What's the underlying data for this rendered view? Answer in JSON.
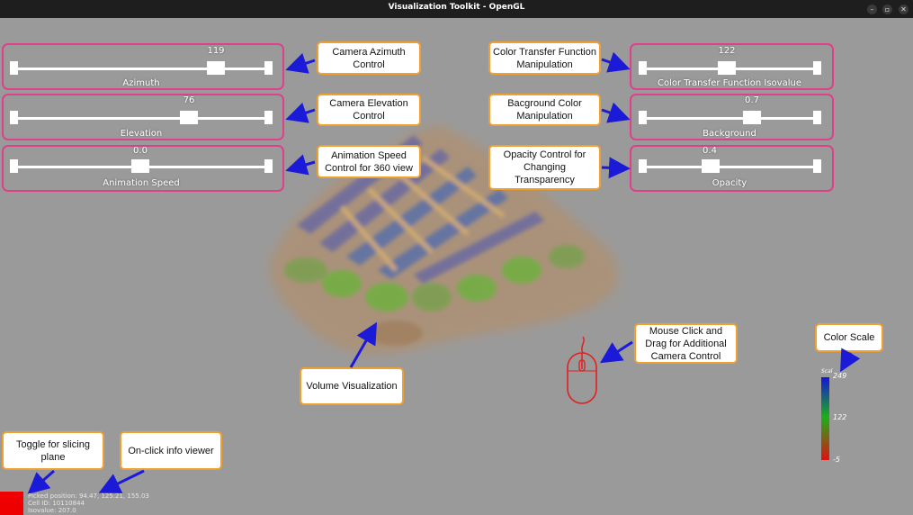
{
  "window": {
    "title": "Visualization Toolkit - OpenGL"
  },
  "colors": {
    "frame": "#e0408a",
    "callout_border": "#f0a030",
    "arrow": "#1a1ad8",
    "toggle": "#ee0000"
  },
  "sliders": {
    "azimuth": {
      "label": "Azimuth",
      "value": "119",
      "fraction": 0.79
    },
    "elevation": {
      "label": "Elevation",
      "value": "76",
      "fraction": 0.69
    },
    "speed": {
      "label": "Animation Speed",
      "value": "0.0",
      "fraction": 0.49
    },
    "isovalue": {
      "label": "Color Transfer Function Isovalue",
      "value": "122",
      "fraction": 0.48
    },
    "background": {
      "label": "Background",
      "value": "0.7",
      "fraction": 0.64
    },
    "opacity": {
      "label": "Opacity",
      "value": "0.4",
      "fraction": 0.39
    }
  },
  "callouts": {
    "azimuth": "Camera Azimuth\nControl",
    "elevation": "Camera Elevation\nControl",
    "speed": "Animation Speed\nControl for 360 view",
    "ctf": "Color Transfer Function\nManipulation",
    "bg": "Bacground Color\nManipulation",
    "opacity": "Opacity Control for\nChanging\nTransparency",
    "volume": "Volume Visualization",
    "mouse": "Mouse Click and\nDrag for Additional\nCamera Control",
    "colorscale": "Color Scale",
    "toggle": "Toggle for slicing\nplane",
    "info": "On-click info viewer"
  },
  "colorbar": {
    "title": "Scal",
    "max": "249",
    "mid": "122",
    "min": "-5"
  },
  "info": {
    "picked": "Picked position: 94.47, 125.21, 155.03",
    "cell": "Cell ID: 10110844",
    "isovalue": "Isovalue: 207.0"
  }
}
